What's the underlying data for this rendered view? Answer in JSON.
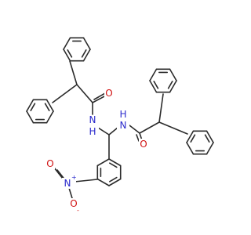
{
  "structure": {
    "atom_labels": {
      "n_left": "N",
      "h_left": "H",
      "o_left": "O",
      "n_right": "N",
      "h_right": "H",
      "o_right": "O",
      "n_nitro": "N",
      "nitro_plus": "+",
      "o_nitro_dbl": "O",
      "o_nitro_minus": "O",
      "nitro_minus": "-"
    },
    "colors": {
      "bond": "#2b2b2b",
      "nitrogen": "#2a2acc",
      "oxygen": "#d01010"
    }
  }
}
